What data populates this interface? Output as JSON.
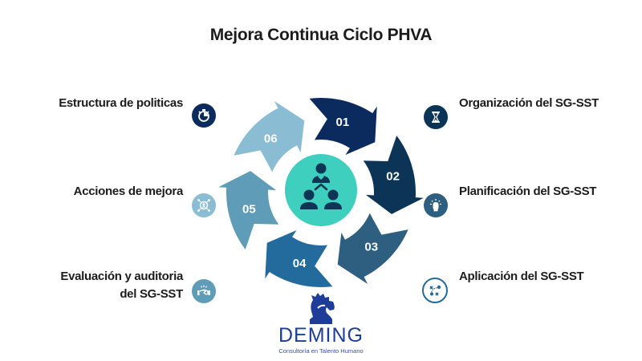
{
  "title": "Mejora Continua Ciclo PHVA",
  "colors": {
    "step01": "#0b2a5e",
    "step02": "#0c3456",
    "step03": "#2e5f80",
    "step04": "#236a9d",
    "step05": "#5e9cb8",
    "step06": "#8abdd3",
    "center": "#3fcfbf",
    "center_icon": "#0e3556",
    "logo": "#1d3d98"
  },
  "cycle": {
    "steps": [
      {
        "number": "01",
        "color": "#0b2a5e"
      },
      {
        "number": "02",
        "color": "#0c3456"
      },
      {
        "number": "03",
        "color": "#2e5f80"
      },
      {
        "number": "04",
        "color": "#236a9d"
      },
      {
        "number": "05",
        "color": "#5e9cb8"
      },
      {
        "number": "06",
        "color": "#8abdd3"
      }
    ],
    "center_icon": "team-hierarchy-icon"
  },
  "items": {
    "left": [
      {
        "label": "Estructura de politicas",
        "icon": "stopwatch-icon",
        "color": "#0b2a5e"
      },
      {
        "label": "Acciones de mejora",
        "icon": "network-user-icon",
        "color": "#8abdd3"
      },
      {
        "label_line1": "Evaluación  y auditoria",
        "label_line2": "del SG-SST",
        "icon": "handshake-icon",
        "color": "#5e9cb8"
      }
    ],
    "right": [
      {
        "label": "Organización del SG-SST",
        "icon": "hourglass-icon",
        "color": "#0c3456"
      },
      {
        "label": "Planificación del SG-SST",
        "icon": "idea-hand-icon",
        "color": "#2e5f80"
      },
      {
        "label": "Aplicación del SG-SST",
        "icon": "strategy-icon",
        "color": "#236a9d"
      }
    ]
  },
  "logo": {
    "name": "DEMING",
    "tagline": "Consultoría en Talento Humano",
    "icon": "knight-gear-icon"
  }
}
